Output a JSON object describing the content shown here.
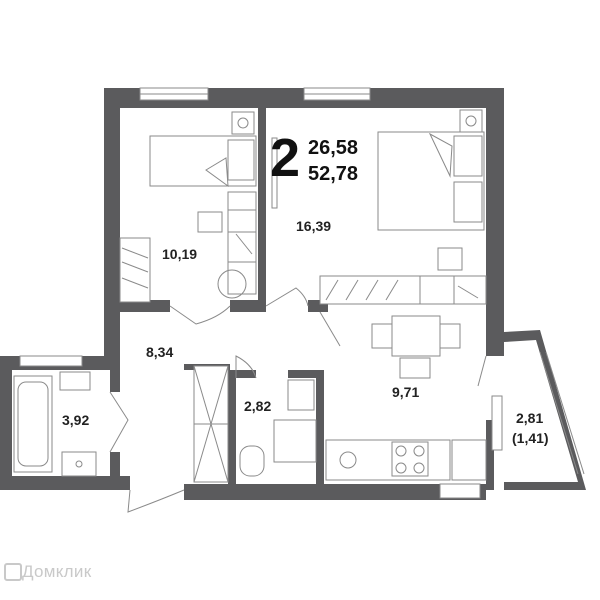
{
  "plan": {
    "room_count": "2",
    "living_area": "26,58",
    "total_area": "52,78",
    "rooms": {
      "bedroom_small": "10,19",
      "bedroom_large": "16,39",
      "hall": "8,34",
      "bathroom": "3,92",
      "toilet": "2,82",
      "kitchen": "9,71",
      "balcony_line1": "2,81",
      "balcony_line2": "(1,41)"
    }
  },
  "watermark": "Домклик",
  "colors": {
    "wall": "#5b5b5d",
    "line": "#8a8a8a",
    "text": "#222222"
  }
}
